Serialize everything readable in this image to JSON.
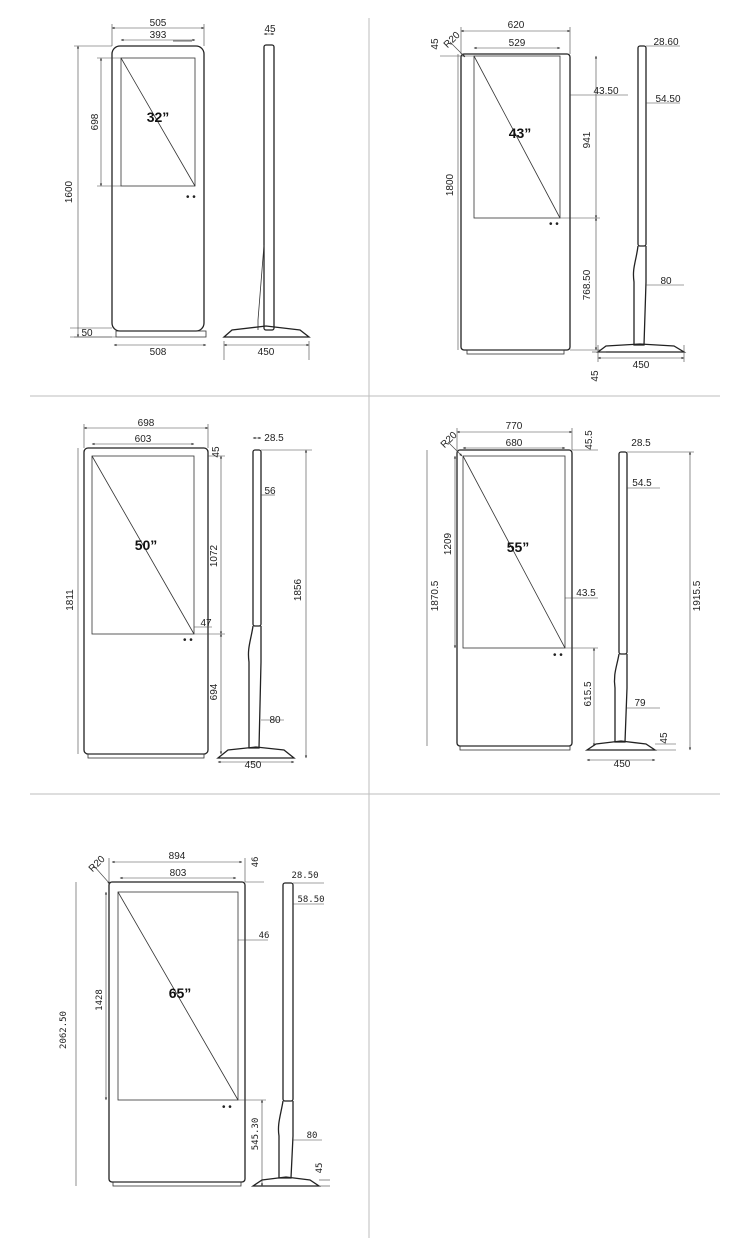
{
  "panels": [
    {
      "size": "32”",
      "front": {
        "width": "505",
        "screen_width": "393",
        "screen_height": "698",
        "height": "1600",
        "base_height": "50",
        "base_width": "508"
      },
      "side": {
        "depth_top": "45",
        "base_depth": "450"
      }
    },
    {
      "size": "43”",
      "front": {
        "corner_radius": "R20",
        "top_margin": "45",
        "width": "620",
        "screen_width": "529",
        "screen_height": "941",
        "height": "1800",
        "bezel": "43.50",
        "lower_height": "768.50"
      },
      "side": {
        "depth_top": "28.60",
        "depth_mid": "54.50",
        "pole": "80",
        "base_height": "45",
        "base_depth": "450"
      }
    },
    {
      "size": "50”",
      "front": {
        "width": "698",
        "screen_width": "603",
        "top_margin": "45",
        "screen_height": "1072",
        "height": "1811",
        "bezel": "47",
        "lower_height": "694"
      },
      "side": {
        "depth_top": "28.5",
        "depth_mid": "56",
        "total_height": "1856",
        "pole": "80",
        "base_depth": "450"
      }
    },
    {
      "size": "55”",
      "front": {
        "corner_radius": "R20",
        "width": "770",
        "screen_width": "680",
        "top_margin": "45.5",
        "screen_height": "1209",
        "height": "1870.5",
        "bezel": "43.5",
        "lower_height": "615.5"
      },
      "side": {
        "depth_top": "28.5",
        "depth_mid": "54.5",
        "total_height": "1915.5",
        "pole": "79",
        "base_height": "45",
        "base_depth": "450"
      }
    },
    {
      "size": "65”",
      "front": {
        "corner_radius": "R20",
        "width": "894",
        "screen_width": "803",
        "top_margin": "46",
        "screen_height": "1428",
        "height": "2062.50",
        "bezel": "46",
        "lower_height": "545.30"
      },
      "side": {
        "depth_top": "28.50",
        "depth_mid": "58.50",
        "pole": "80",
        "base_height": "45"
      }
    }
  ]
}
